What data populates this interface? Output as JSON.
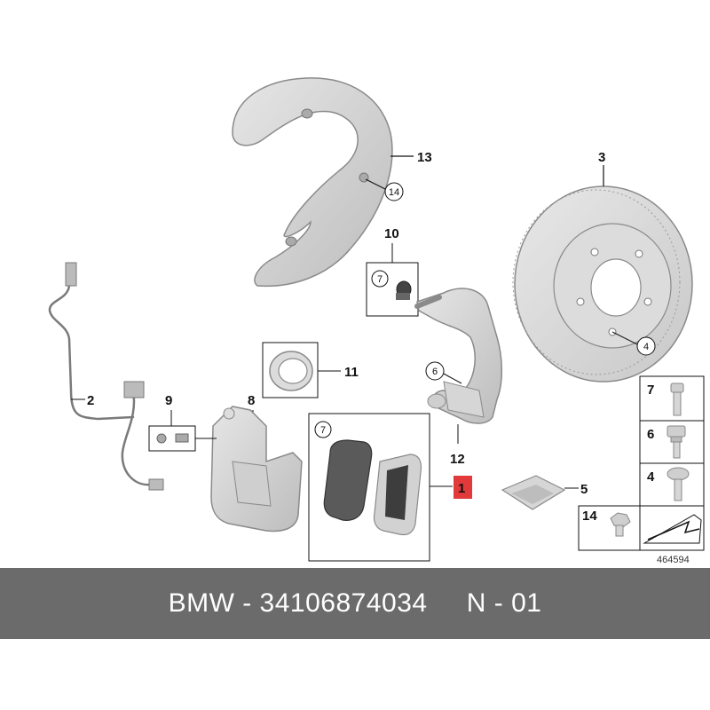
{
  "diagram": {
    "callouts": {
      "p1": "1",
      "p2": "2",
      "p3": "3",
      "p4": "4",
      "p5": "5",
      "p6": "6",
      "p7": "7",
      "p8": "8",
      "p9": "9",
      "p10": "10",
      "p11": "11",
      "p12": "12",
      "p13": "13",
      "p14": "14"
    },
    "legend": {
      "i7": "7",
      "i6": "6",
      "i4": "4",
      "i14": "14"
    },
    "reference_number": "464594",
    "highlight_color": "#e23a3a"
  },
  "caption": {
    "brand": "BMW",
    "part_number": "34106874034",
    "position": "N - 01",
    "full": "BMW - 34106874034     N - 01"
  }
}
